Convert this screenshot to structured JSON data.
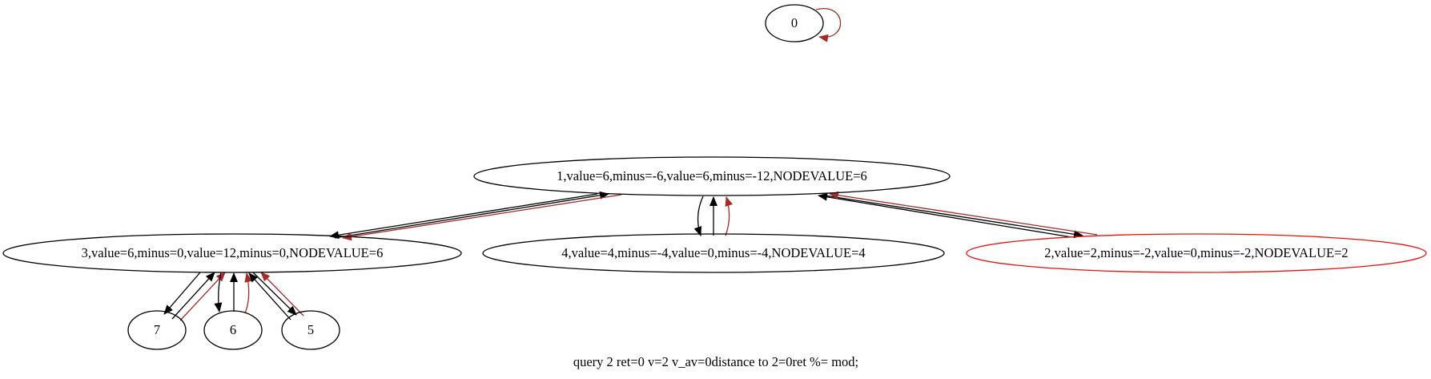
{
  "graph": {
    "caption": "query 2 ret=0 v=2 v_av=0distance to 2=0ret %= mod;",
    "colors": {
      "default": "#000000",
      "highlight": "#e8110f",
      "red_edge": "#a52a2a"
    },
    "nodes": [
      {
        "id": "0",
        "label": "0",
        "highlight": false
      },
      {
        "id": "1",
        "label": "1,value=6,minus=-6,value=6,minus=-12,NODEVALUE=6",
        "highlight": false
      },
      {
        "id": "3",
        "label": "3,value=6,minus=0,value=12,minus=0,NODEVALUE=6",
        "highlight": false
      },
      {
        "id": "4",
        "label": "4,value=4,minus=-4,value=0,minus=-4,NODEVALUE=4",
        "highlight": false
      },
      {
        "id": "2",
        "label": "2,value=2,minus=-2,value=0,minus=-2,NODEVALUE=2",
        "highlight": true
      },
      {
        "id": "7",
        "label": "7",
        "highlight": false
      },
      {
        "id": "6",
        "label": "6",
        "highlight": false
      },
      {
        "id": "5",
        "label": "5",
        "highlight": false
      }
    ],
    "edges": [
      {
        "from": "0",
        "to": "0",
        "color": "red_edge"
      },
      {
        "from": "1",
        "to": "3",
        "color": "default"
      },
      {
        "from": "3",
        "to": "1",
        "color": "default"
      },
      {
        "from": "1",
        "to": "3",
        "color": "red_edge"
      },
      {
        "from": "1",
        "to": "4",
        "color": "default"
      },
      {
        "from": "4",
        "to": "1",
        "color": "default"
      },
      {
        "from": "4",
        "to": "1",
        "color": "red_edge"
      },
      {
        "from": "1",
        "to": "2",
        "color": "default"
      },
      {
        "from": "2",
        "to": "1",
        "color": "default"
      },
      {
        "from": "2",
        "to": "1",
        "color": "red_edge"
      },
      {
        "from": "3",
        "to": "7",
        "color": "default"
      },
      {
        "from": "7",
        "to": "3",
        "color": "default"
      },
      {
        "from": "7",
        "to": "3",
        "color": "red_edge"
      },
      {
        "from": "3",
        "to": "6",
        "color": "default"
      },
      {
        "from": "6",
        "to": "3",
        "color": "default"
      },
      {
        "from": "6",
        "to": "3",
        "color": "red_edge"
      },
      {
        "from": "3",
        "to": "5",
        "color": "default"
      },
      {
        "from": "5",
        "to": "3",
        "color": "default"
      },
      {
        "from": "5",
        "to": "3",
        "color": "red_edge"
      }
    ]
  }
}
